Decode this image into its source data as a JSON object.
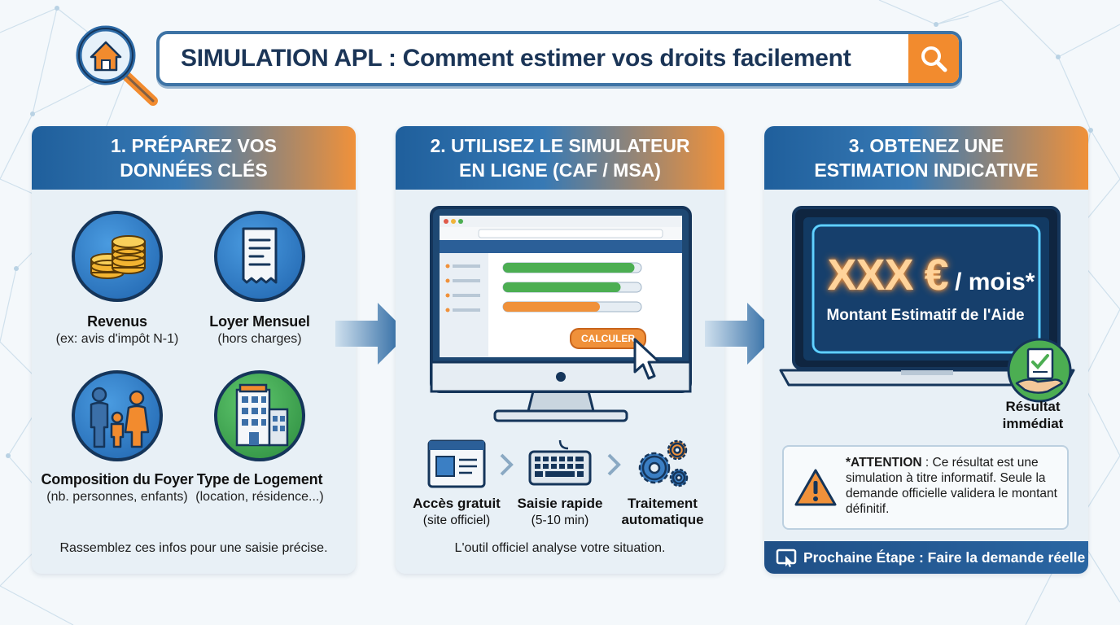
{
  "header": {
    "title": "SIMULATION APL : Comment estimer vos droits facilement"
  },
  "panels": [
    {
      "title_line1": "1. PRÉPAREZ VOS",
      "title_line2": "DONNÉES CLÉS",
      "items": [
        {
          "label": "Revenus",
          "sub": "(ex: avis d'impôt N-1)",
          "icon": "coins-icon"
        },
        {
          "label": "Loyer Mensuel",
          "sub": "(hors charges)",
          "icon": "receipt-icon"
        },
        {
          "label": "Composition du Foyer",
          "sub": "(nb. personnes, enfants)",
          "icon": "family-icon"
        },
        {
          "label": "Type de Logement",
          "sub": "(location, résidence...)",
          "icon": "building-icon"
        }
      ],
      "footer": "Rassemblez ces infos pour une saisie précise."
    },
    {
      "title_line1": "2. UTILISEZ LE SIMULATEUR",
      "title_line2": "EN LIGNE (CAF / MSA)",
      "screen": {
        "button_label": "CALCULER",
        "bars": [
          {
            "color": "#4cae52",
            "fill": 0.95
          },
          {
            "color": "#4cae52",
            "fill": 0.85
          },
          {
            "color": "#f0913a",
            "fill": 0.7
          }
        ]
      },
      "steps": [
        {
          "label": "Accès gratuit",
          "sub": "(site officiel)",
          "icon": "browser-window-icon"
        },
        {
          "label": "Saisie rapide",
          "sub": "(5-10 min)",
          "icon": "keyboard-icon"
        },
        {
          "label": "Traitement",
          "label2": "automatique",
          "icon": "gears-icon"
        }
      ],
      "footer": "L'outil officiel analyse votre situation."
    },
    {
      "title_line1": "3. OBTENEZ UNE",
      "title_line2": "ESTIMATION INDICATIVE",
      "amount": "XXX €",
      "per_month": "/ mois*",
      "amount_caption": "Montant Estimatif de l'Aide",
      "result_line1": "Résultat",
      "result_line2": "immédiat",
      "warning_bold": "*ATTENTION",
      "warning_text": " : Ce résultat est une simulation à titre informatif. Seule la demande officielle validera le montant définitif.",
      "next_step": "Prochaine Étape : Faire la demande réelle"
    }
  ],
  "colors": {
    "primary_blue": "#1f5f9c",
    "accent_orange": "#f0913a",
    "green": "#4cae52",
    "dark_navy": "#15355a"
  }
}
